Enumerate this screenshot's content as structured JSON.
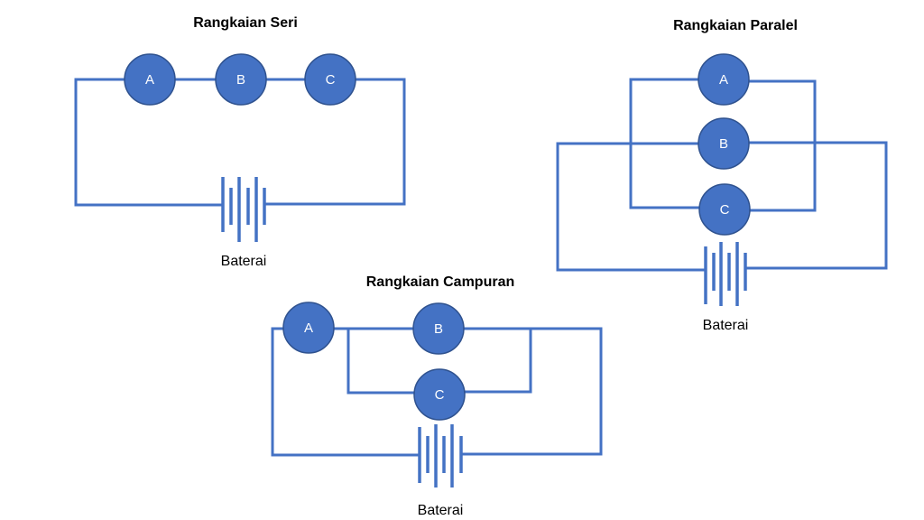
{
  "series_circuit": {
    "title": "Rangkaian Seri",
    "lamps": [
      "A",
      "B",
      "C"
    ],
    "battery_label": "Baterai"
  },
  "parallel_circuit": {
    "title": "Rangkaian Paralel",
    "lamps": [
      "A",
      "B",
      "C"
    ],
    "battery_label": "Baterai"
  },
  "mixed_circuit": {
    "title": "Rangkaian Campuran",
    "lamps": [
      "A",
      "B",
      "C"
    ],
    "battery_label": "Baterai"
  },
  "colors": {
    "wire": "#4472c4",
    "lamp_fill": "#4472c4",
    "lamp_text": "#ffffff"
  }
}
